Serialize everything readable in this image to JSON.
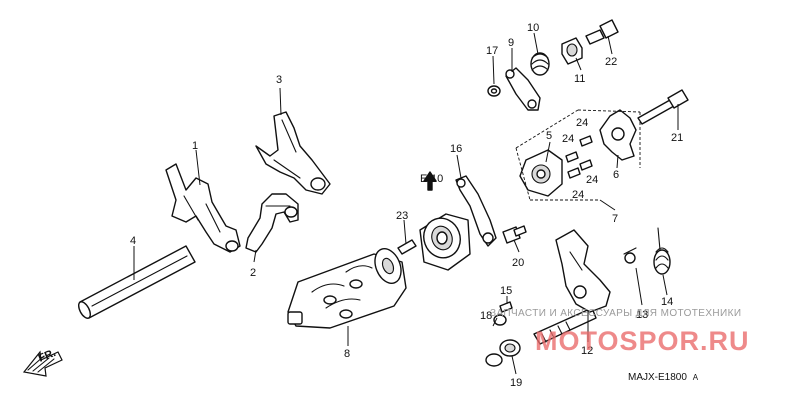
{
  "diagram": {
    "callouts": {
      "c1": "1",
      "c2": "2",
      "c3": "3",
      "c4": "4",
      "c5": "5",
      "c6": "6",
      "c7": "7",
      "c8": "8",
      "c9": "9",
      "c10": "10",
      "c11": "11",
      "c12": "12",
      "c13": "13",
      "c14": "14",
      "c15": "15",
      "c16": "16",
      "c17": "17",
      "c18": "18",
      "c19": "19",
      "c20": "20",
      "c21": "21",
      "c22": "22",
      "c23": "23",
      "c24a": "24",
      "c24b": "24",
      "c24c": "24",
      "c24d": "24"
    },
    "reference": "E-10",
    "direction": "FR.",
    "diagram_code": "MAJX-E1800",
    "diagram_code_suffix": "A"
  },
  "watermark": {
    "text": "ЗАПЧАСТИ И АКСЕССУАРЫ ДЛЯ МОТОТЕХНИКИ",
    "brand": "MOTOSPOR.RU",
    "color": "#ea6a6a"
  }
}
